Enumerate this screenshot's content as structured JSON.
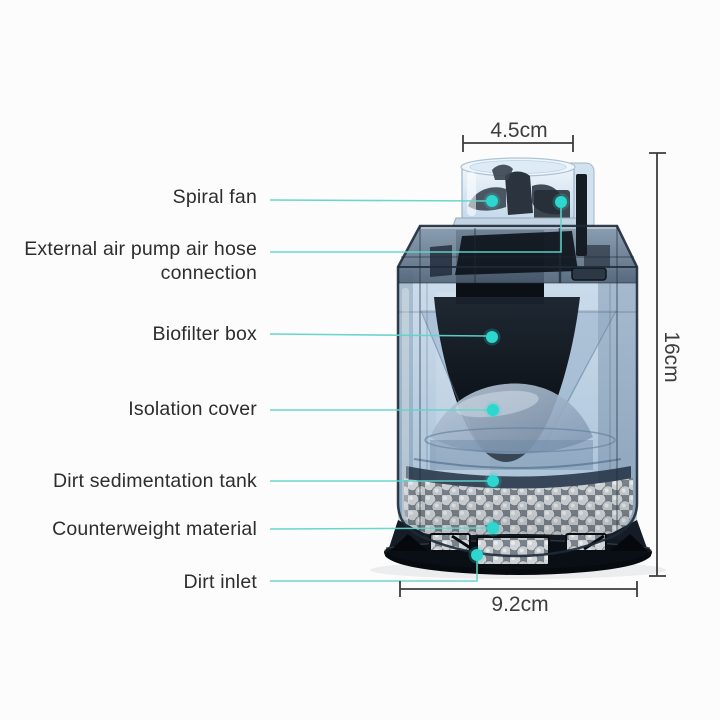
{
  "callouts": [
    {
      "name": "spiral-fan",
      "lines": [
        "Spiral fan"
      ]
    },
    {
      "name": "air-hose-connection",
      "lines": [
        "External air pump air hose",
        "connection"
      ]
    },
    {
      "name": "biofilter-box",
      "lines": [
        "Biofilter box"
      ]
    },
    {
      "name": "isolation-cover",
      "lines": [
        "Isolation cover"
      ]
    },
    {
      "name": "dirt-sedimentation-tank",
      "lines": [
        "Dirt sedimentation tank"
      ]
    },
    {
      "name": "counterweight-material",
      "lines": [
        "Counterweight material"
      ]
    },
    {
      "name": "dirt-inlet",
      "lines": [
        "Dirt inlet"
      ]
    }
  ],
  "dimensions": {
    "top_width": "4.5cm",
    "height": "16cm",
    "bottom_width": "9.2cm"
  },
  "colors": {
    "leader_line": "#62d4c9",
    "callout_dot": "#2dd6ce",
    "dimension": "#3d3d3d",
    "label_text": "#2d2d2d",
    "background": "#fcfcfd"
  }
}
